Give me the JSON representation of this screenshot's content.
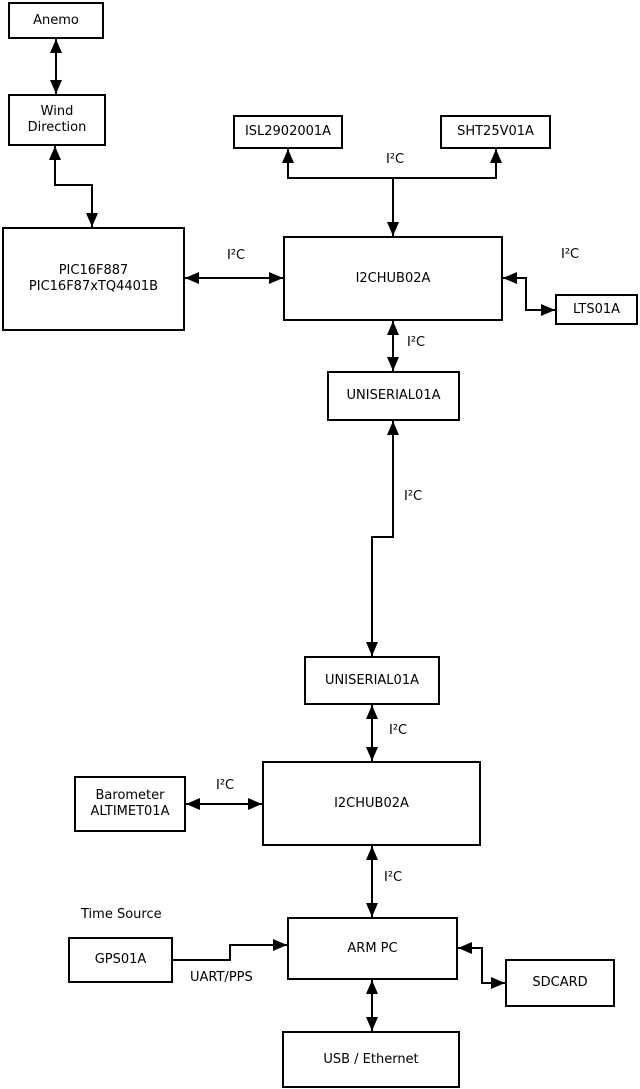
{
  "diagram": {
    "nodes": {
      "anemo": {
        "label": "Anemo"
      },
      "wind_direction": {
        "label": "Wind\nDirection"
      },
      "pic": {
        "label": "PIC16F887\nPIC16F87xTQ4401B"
      },
      "isl": {
        "label": "ISL2902001A"
      },
      "sht": {
        "label": "SHT25V01A"
      },
      "i2chub_top": {
        "label": "I2CHUB02A"
      },
      "lts": {
        "label": "LTS01A"
      },
      "uniserial_top": {
        "label": "UNISERIAL01A"
      },
      "uniserial_bottom": {
        "label": "UNISERIAL01A"
      },
      "barometer": {
        "label": "Barometer\nALTIMET01A"
      },
      "i2chub_bottom": {
        "label": "I2CHUB02A"
      },
      "gps": {
        "label": "GPS01A"
      },
      "arm_pc": {
        "label": "ARM PC"
      },
      "sdcard": {
        "label": "SDCARD"
      },
      "usb_ethernet": {
        "label": "USB / Ethernet"
      }
    },
    "edge_labels": {
      "i2c": "I²C",
      "uart_pps": "UART/PPS",
      "time_source": "Time Source"
    },
    "colors": {
      "stroke": "#000000",
      "background": "#ffffff",
      "text": "#000000"
    }
  }
}
